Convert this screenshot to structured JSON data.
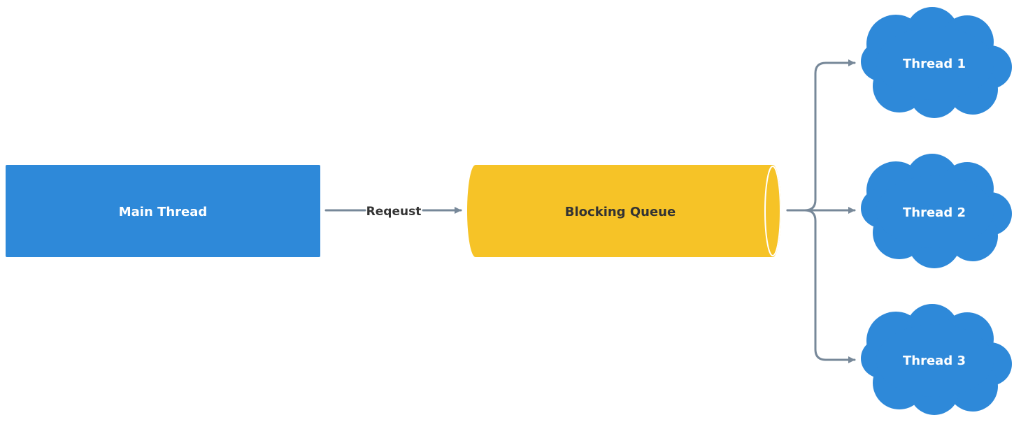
{
  "diagram": {
    "nodes": {
      "main_thread": {
        "label": "Main Thread",
        "shape": "rectangle"
      },
      "blocking_queue": {
        "label": "Blocking Queue",
        "shape": "cylinder"
      },
      "thread_1": {
        "label": "Thread 1",
        "shape": "cloud"
      },
      "thread_2": {
        "label": "Thread 2",
        "shape": "cloud"
      },
      "thread_3": {
        "label": "Thread 3",
        "shape": "cloud"
      }
    },
    "edges": [
      {
        "from": "Main Thread",
        "to": "Blocking Queue",
        "label": "Reqeust"
      },
      {
        "from": "Blocking Queue",
        "to": "Thread 1",
        "label": ""
      },
      {
        "from": "Blocking Queue",
        "to": "Thread 2",
        "label": ""
      },
      {
        "from": "Blocking Queue",
        "to": "Thread 3",
        "label": ""
      }
    ],
    "colors": {
      "node_blue": "#2e89d9",
      "queue_yellow": "#f6c327",
      "connector_gray": "#778899",
      "text_white": "#ffffff",
      "text_dark": "#333333"
    }
  }
}
